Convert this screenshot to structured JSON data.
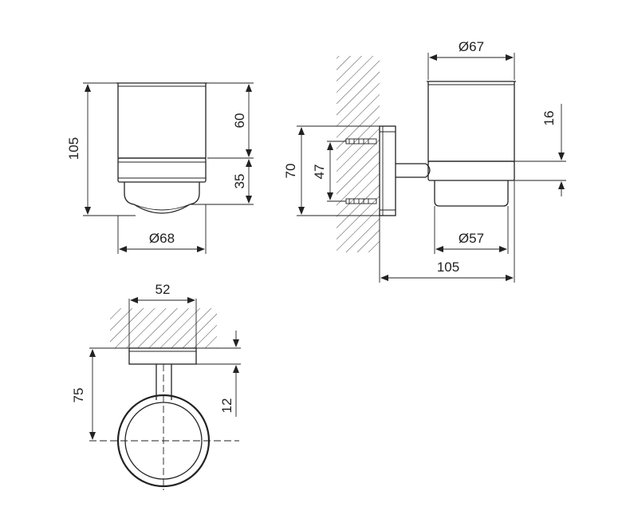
{
  "dimensions": {
    "front_height": "105",
    "front_cup_height": "60",
    "front_holder_height": "35",
    "front_diameter": "Ø68",
    "side_top_diameter": "Ø67",
    "side_ring_height": "16",
    "side_plate_height": "70",
    "side_screw_spacing": "47",
    "side_bottom_diameter": "Ø57",
    "side_projection": "105",
    "top_plate_width": "52",
    "top_projection": "75",
    "top_plate_thickness": "12"
  }
}
